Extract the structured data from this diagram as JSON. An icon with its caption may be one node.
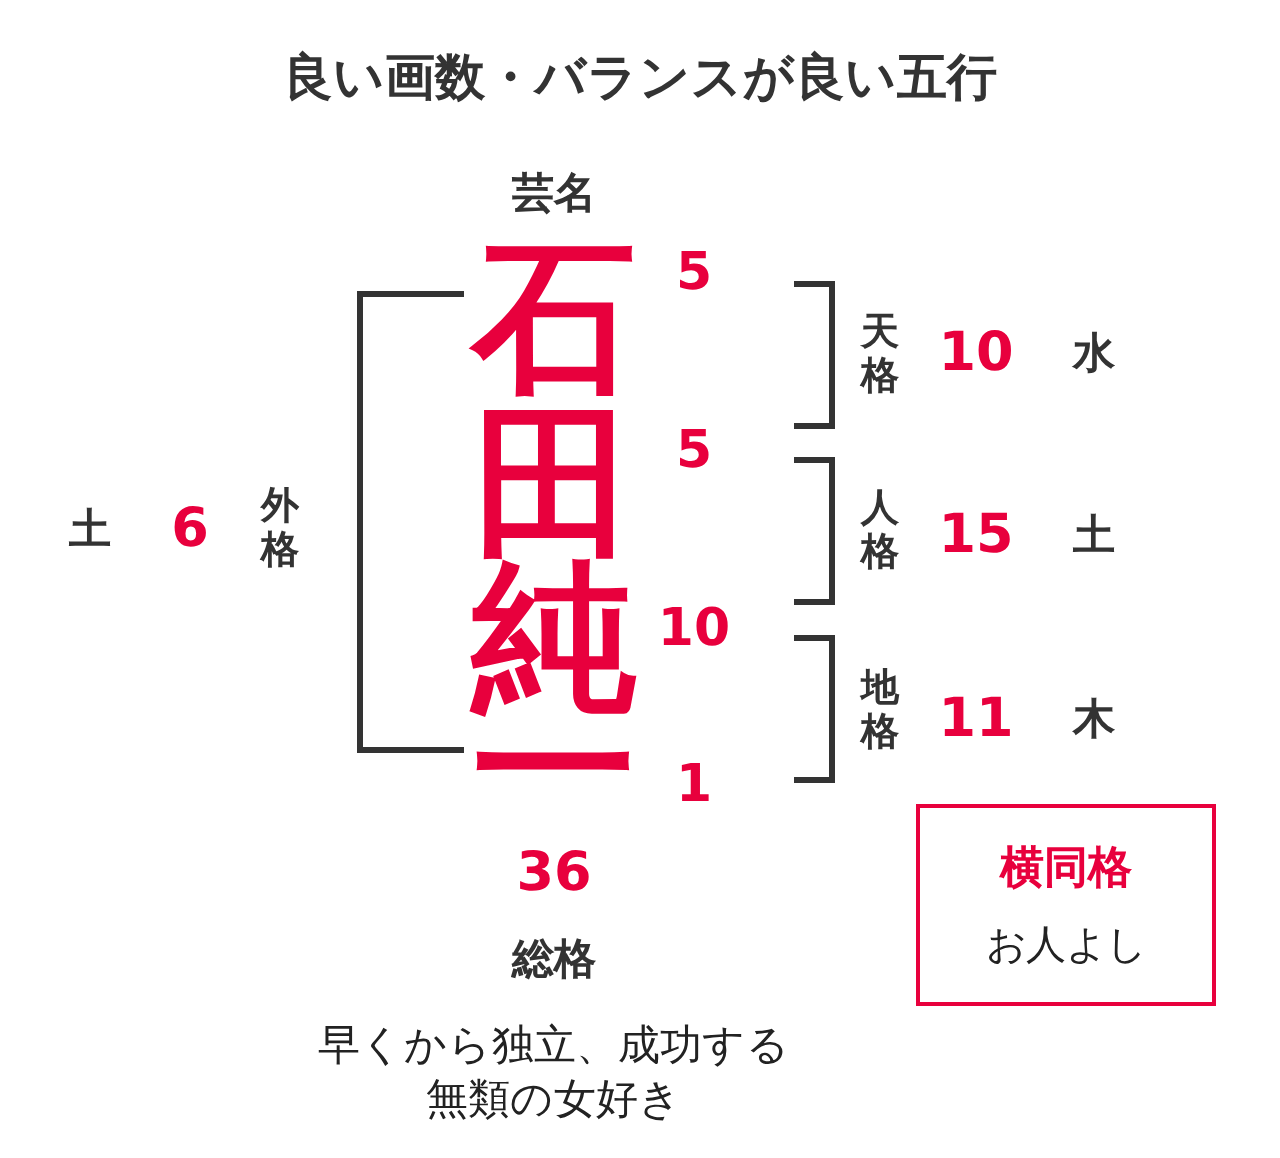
{
  "diagram": {
    "title": "良い画数・バランスが良い五行",
    "nodes": [
      {
        "text": [
          "横同格",
          "お人よし"
        ]
      }
    ],
    "labels": [
      "芸名",
      "石",
      "5",
      "天格",
      "10",
      "水",
      "田",
      "5",
      "土",
      "6",
      "外格",
      "人格",
      "15",
      "土",
      "純",
      "10",
      "地格",
      "11",
      "木",
      "一",
      "1",
      "36",
      "総格",
      "早くから独立、成功する無類の女好き"
    ]
  }
}
